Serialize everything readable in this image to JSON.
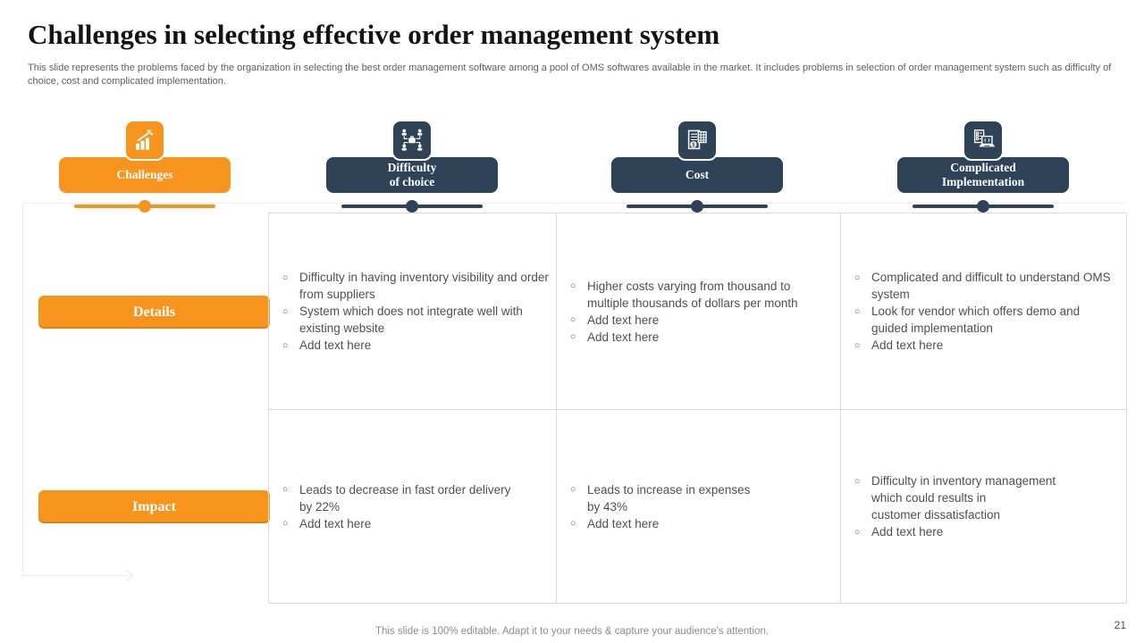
{
  "slide": {
    "title": "Challenges in selecting effective order management system",
    "description": "This slide represents the problems faced by the organization in selecting the best order management software among a pool of OMS  softwares available in the market. It includes problems in selection of order management system such as difficulty of choice, cost and complicated implementation.",
    "footer_note": "This slide is 100% editable. Adapt it to your needs & capture your audience's attention.",
    "page_number": "21"
  },
  "colors": {
    "accent_orange": "#F7941E",
    "accent_navy": "#2E4358",
    "table_border": "#D9D9D9",
    "body_text": "#4F4F4F"
  },
  "columns": [
    {
      "label": "Challenges",
      "icon": "bar-chart-growth-icon",
      "accent": "#F7941E"
    },
    {
      "label": "Difficulty\nof choice",
      "icon": "org-network-icon",
      "accent": "#2E4358"
    },
    {
      "label": "Cost",
      "icon": "invoice-calculator-icon",
      "accent": "#2E4358"
    },
    {
      "label": "Complicated\nImplementation",
      "icon": "laptop-server-icon",
      "accent": "#2E4358"
    }
  ],
  "table": {
    "rows": [
      {
        "label": "Details",
        "cells": [
          {
            "items": [
              "Difficulty in having inventory visibility and order from suppliers",
              "System which does not integrate well with existing website",
              "Add text here"
            ]
          },
          {
            "items": [
              "Higher costs varying from thousand to multiple thousands of dollars per month",
              "Add text here",
              "Add text here"
            ]
          },
          {
            "items": [
              "Complicated and difficult to understand OMS system",
              "Look for vendor which offers demo and guided implementation",
              "Add text here"
            ]
          }
        ]
      },
      {
        "label": "Impact",
        "cells": [
          {
            "items": [
              "Leads to decrease in fast order delivery\nby 22%",
              "Add text here"
            ]
          },
          {
            "items": [
              "Leads to increase in expenses\nby 43%",
              "Add text here"
            ]
          },
          {
            "items": [
              "Difficulty in inventory management\nwhich could results in\ncustomer dissatisfaction",
              "Add text here"
            ]
          }
        ]
      }
    ]
  }
}
